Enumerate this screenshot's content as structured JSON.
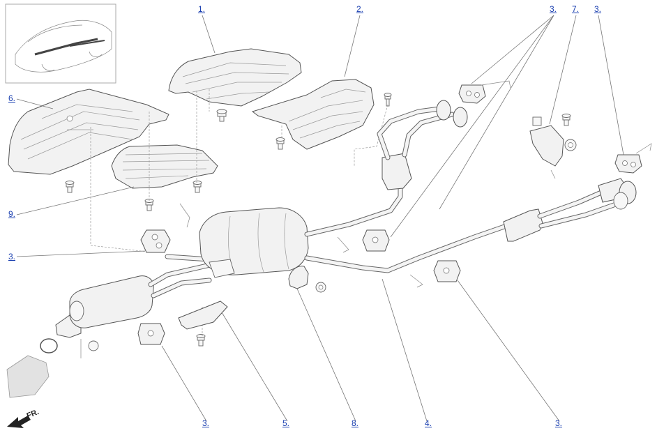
{
  "callouts": [
    {
      "id": "1",
      "label": "1."
    },
    {
      "id": "2",
      "label": "2."
    },
    {
      "id": "3a",
      "label": "3."
    },
    {
      "id": "7",
      "label": "7."
    },
    {
      "id": "3b",
      "label": "3."
    },
    {
      "id": "6",
      "label": "6."
    },
    {
      "id": "9",
      "label": "9."
    },
    {
      "id": "3c",
      "label": "3."
    },
    {
      "id": "3d",
      "label": "3."
    },
    {
      "id": "5",
      "label": "5."
    },
    {
      "id": "8",
      "label": "8."
    },
    {
      "id": "4",
      "label": "4."
    },
    {
      "id": "3e",
      "label": "3."
    }
  ],
  "orientation": {
    "label": "FR."
  }
}
